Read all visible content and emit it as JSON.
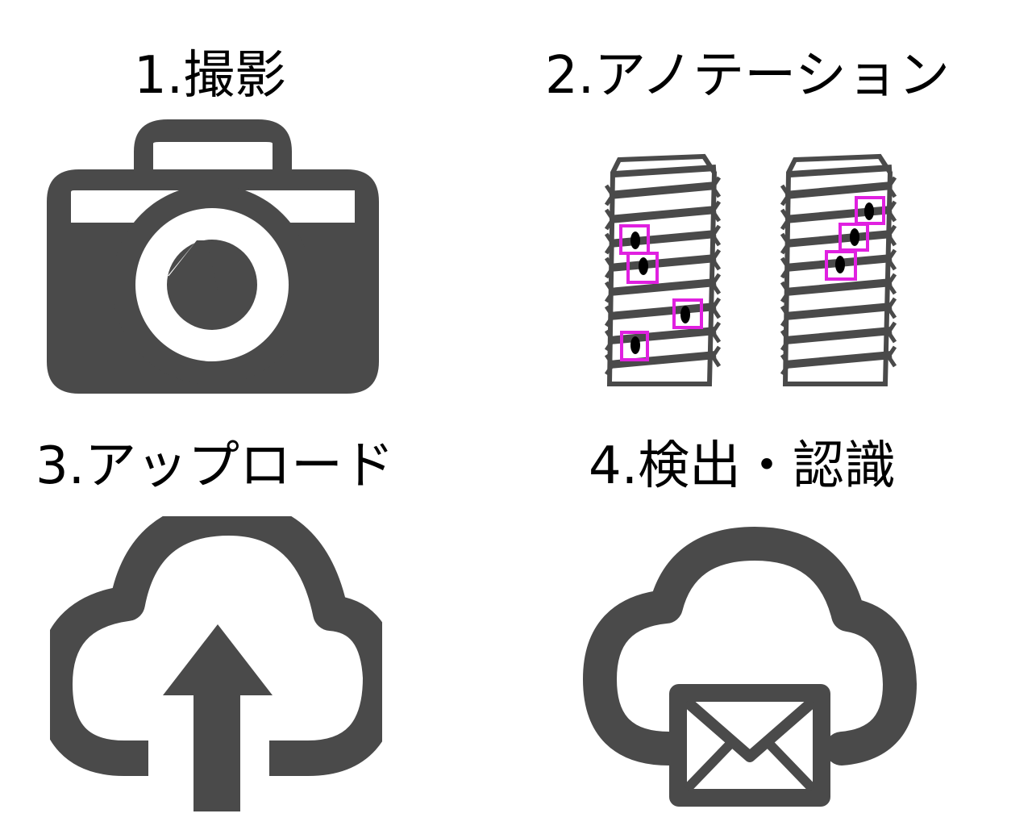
{
  "steps": [
    {
      "label": "1.撮影",
      "icon": "camera-icon"
    },
    {
      "label": "2.アノテーション",
      "icon": "screw-annotation-icon"
    },
    {
      "label": "3.アップロード",
      "icon": "cloud-upload-icon"
    },
    {
      "label": "4.検出・認識",
      "icon": "cloud-mail-icon"
    }
  ],
  "colors": {
    "icon": "#4a4a4a",
    "annotation_box": "#e020e0",
    "text": "#000000",
    "background": "#ffffff"
  }
}
